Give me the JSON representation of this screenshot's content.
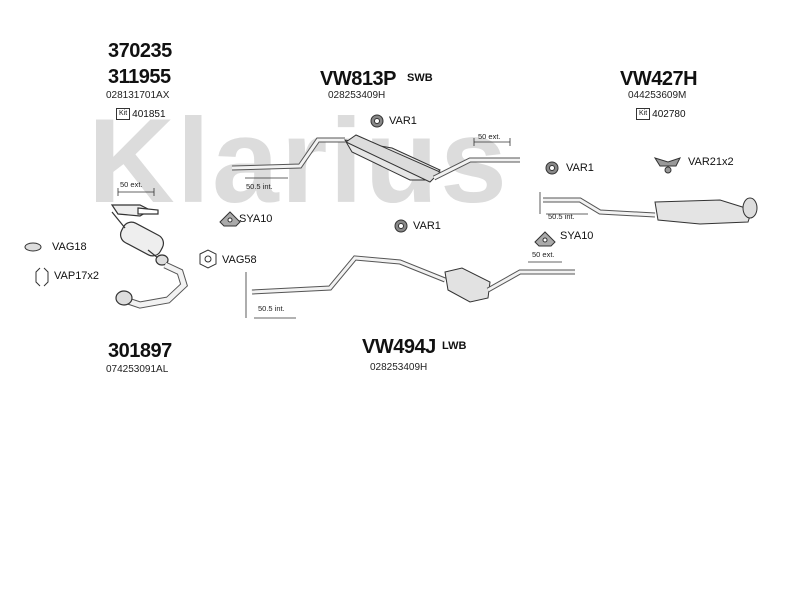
{
  "watermark": "Klarius",
  "left_group": {
    "part_a": "370235",
    "part_b": "311955",
    "oem": "028131701AX",
    "kit_label": "Kit",
    "kit_number": "401851",
    "bottom_part": "301897",
    "bottom_oem": "074253091AL",
    "dim_50ext": "50 ext."
  },
  "center_top": {
    "part": "VW813P",
    "suffix": "SWB",
    "oem": "028253409H",
    "var1": "VAR1",
    "dim_50ext": "50 ext.",
    "dim_505int": "50.5 int."
  },
  "center_bottom": {
    "part": "VW494J",
    "suffix": "LWB",
    "oem": "028253409H",
    "var1": "VAR1",
    "dim_505int": "50.5 int.",
    "sya10": "SYA10",
    "vag58": "VAG58"
  },
  "right_group": {
    "part": "VW427H",
    "oem": "044253609M",
    "kit_label": "Kit",
    "kit_number": "402780",
    "var1": "VAR1",
    "var21": "VAR21x2",
    "sya10": "SYA10",
    "dim_505int": "50.5 int.",
    "dim_50ext": "50 ext."
  },
  "accessories": {
    "vag18": "VAG18",
    "vap17": "VAP17x2"
  },
  "colors": {
    "watermark": "#d9d9d9",
    "line": "#333333",
    "part_fill": "#e8e8e8"
  }
}
